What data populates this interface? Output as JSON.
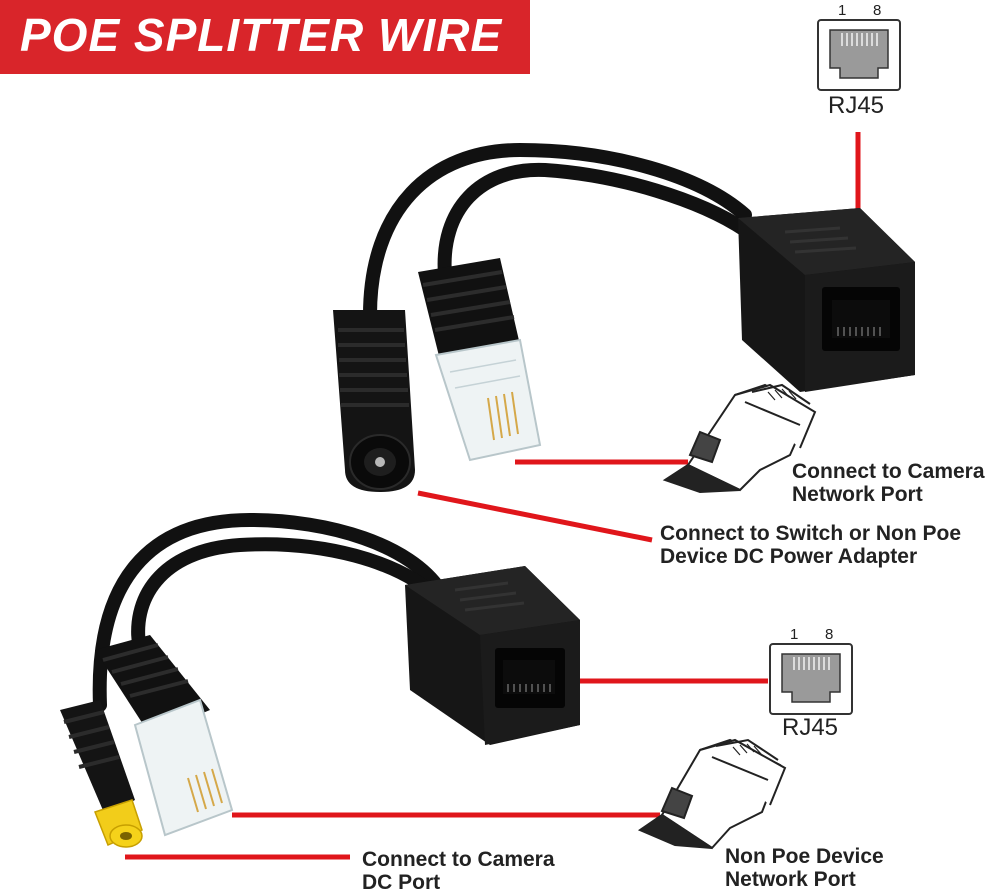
{
  "banner": {
    "title": "POE SPLITTER WIRE"
  },
  "rj45_top": {
    "pin_start": "1",
    "pin_end": "8",
    "name": "RJ45"
  },
  "rj45_bottom": {
    "pin_start": "1",
    "pin_end": "8",
    "name": "RJ45"
  },
  "labels": {
    "camera_network_port": [
      "Connect to Camera",
      "Network Port"
    ],
    "switch_dc_power": [
      "Connect to Switch or Non Poe",
      "Device DC Power Adapter"
    ],
    "camera_dc_port": [
      "Connect to Camera",
      "DC Port"
    ],
    "non_poe_network_port": [
      "Non Poe Device",
      "Network Port"
    ]
  },
  "colors": {
    "accent_red": "#d9252a",
    "cable": "#111111",
    "callout_line": "#e0161b",
    "connector_tip": "#f5d21a"
  }
}
